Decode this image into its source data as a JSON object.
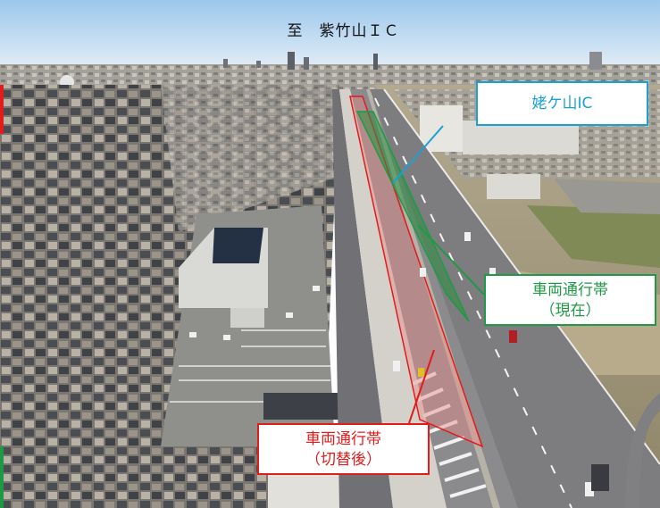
{
  "photo": {
    "direction_label": "至　紫竹山ＩＣ"
  },
  "callouts": {
    "interchange": "姥ケ山IC",
    "current_lane": {
      "line1": "車両通行帯",
      "line2": "（現在）"
    },
    "after_lane": {
      "line1": "車両通行帯",
      "line2": "（切替後）"
    }
  },
  "colors": {
    "interchange": "#1aa0d8",
    "current": "#1e9a46",
    "after": "#e21b1b"
  }
}
